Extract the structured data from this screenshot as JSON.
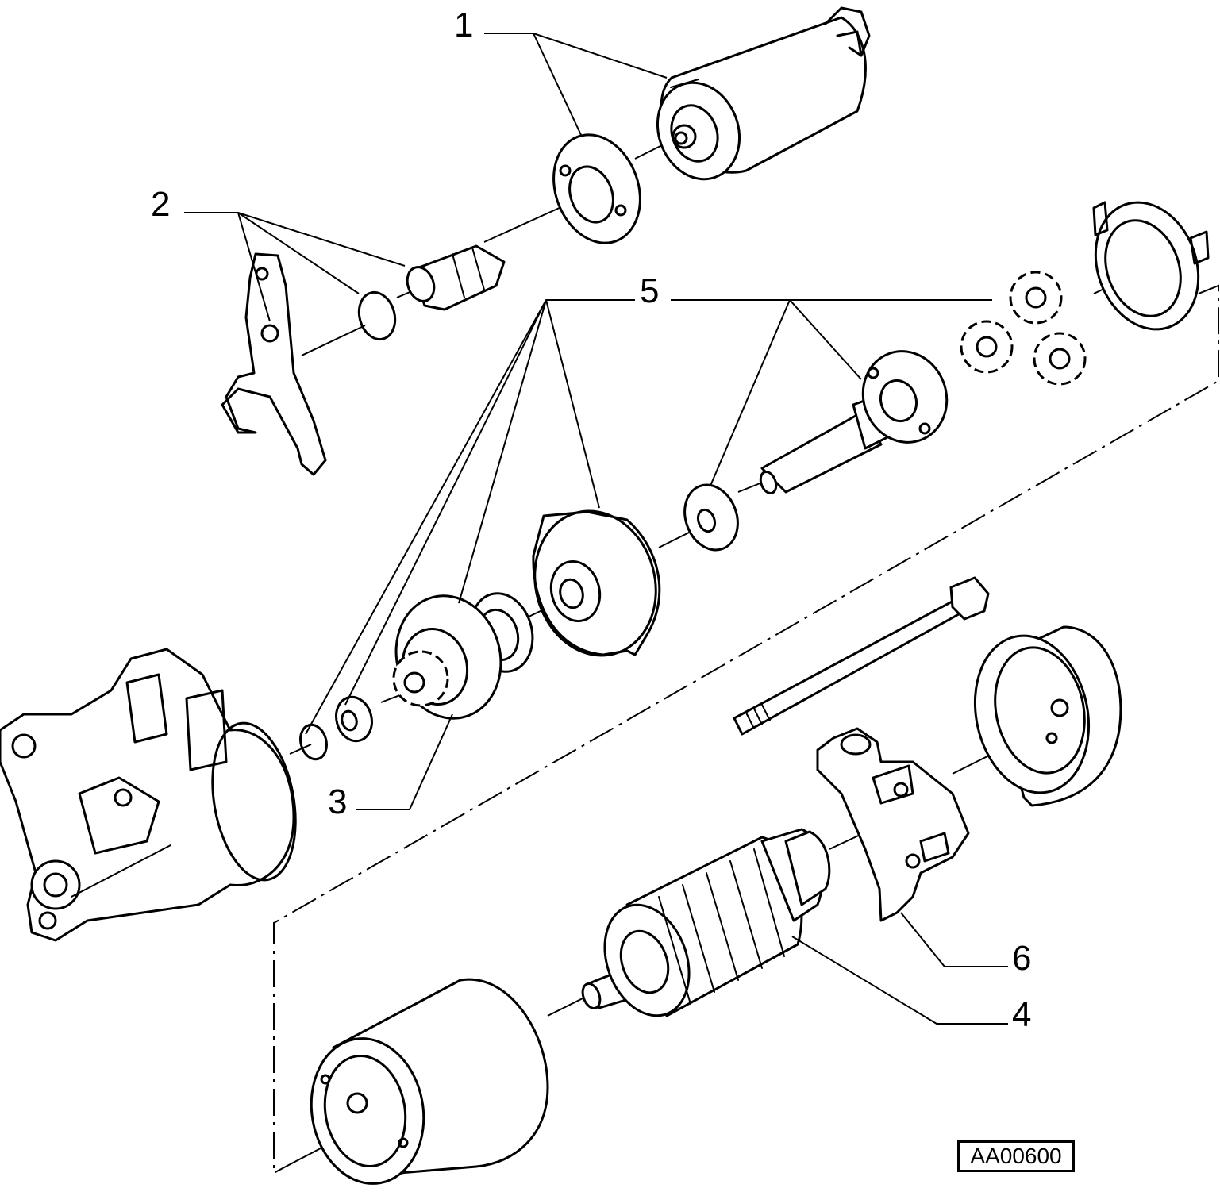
{
  "callouts": [
    {
      "id": "1",
      "label": "1"
    },
    {
      "id": "2",
      "label": "2"
    },
    {
      "id": "3",
      "label": "3"
    },
    {
      "id": "4",
      "label": "4"
    },
    {
      "id": "5",
      "label": "5"
    },
    {
      "id": "6",
      "label": "6"
    }
  ],
  "reference_code": "AA00600"
}
